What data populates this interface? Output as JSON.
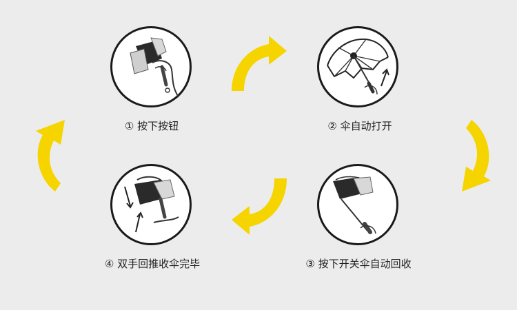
{
  "accent_color": "#f5d400",
  "steps": [
    {
      "number": "①",
      "text": "按下按钮",
      "icon": "press-button-closed-umbrella"
    },
    {
      "number": "②",
      "text": "伞自动打开",
      "icon": "umbrella-opening"
    },
    {
      "number": "③",
      "text": "按下开关伞自动回收",
      "icon": "umbrella-retracting"
    },
    {
      "number": "④",
      "text": "双手回推收伞完毕",
      "icon": "push-umbrella-closed"
    }
  ]
}
